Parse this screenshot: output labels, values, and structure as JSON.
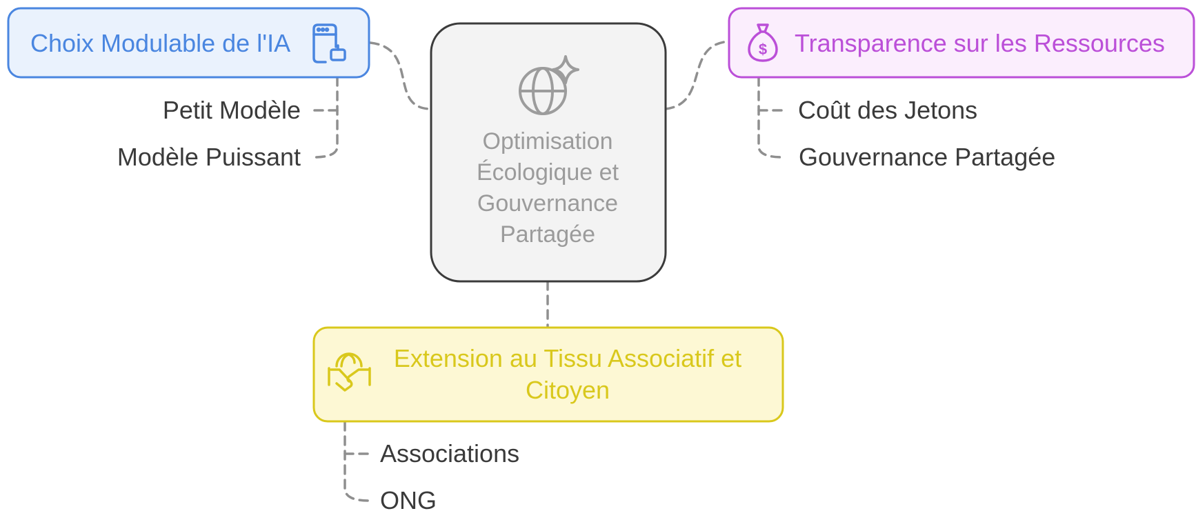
{
  "center": {
    "lines": [
      "Optimisation",
      "Écologique et",
      "Gouvernance",
      "Partagée"
    ],
    "icon": "globe-sparkle-icon"
  },
  "nodes": {
    "ia": {
      "title": "Choix Modulable de l'IA",
      "icon": "browser-robot-icon",
      "color": "#4a86e0",
      "fill": "#eaf2fd",
      "children": [
        "Petit Modèle",
        "Modèle Puissant"
      ]
    },
    "ressources": {
      "title": "Transparence sur les Ressources",
      "icon": "money-bag-icon",
      "color": "#bb4fd8",
      "fill": "#fbeefd",
      "children": [
        "Coût des Jetons",
        "Gouvernance Partagée"
      ]
    },
    "tissu": {
      "title_lines": [
        "Extension au Tissu Associatif et",
        "Citoyen"
      ],
      "icon": "handshake-globe-icon",
      "color": "#d9c81c",
      "fill": "#fdf8d4",
      "children": [
        "Associations",
        "ONG"
      ]
    }
  }
}
